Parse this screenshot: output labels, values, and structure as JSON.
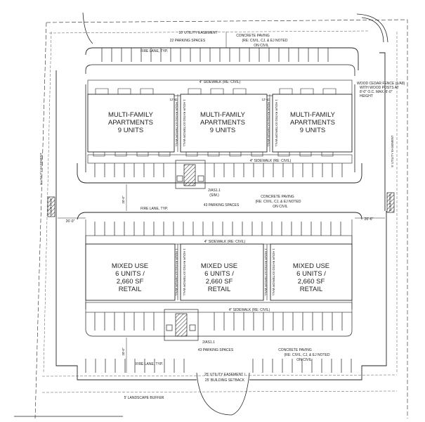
{
  "colors": {
    "line": "#222222",
    "light_line": "#777777",
    "paper": "#ffffff"
  },
  "labels": {
    "utility_easement_top": "10' UTILITY EASEMENT",
    "parking_top": "22 PARKING SPACES",
    "concrete_paving_1a": "CONCRETE PAVING",
    "concrete_paving_1b": "(RE: CIVIL, CJ, & EJ NOTED",
    "concrete_paving_1c": "ON CIVIL",
    "fire_lane_1": "FIRE LANE, TYP.",
    "sidewalk_1": "4\" SIDEWALK (RE: CIVIL)",
    "fence_1": "WOOD CEDAR FENCE (1/A8)",
    "fence_2": "WITH WOOD POSTS AT",
    "fence_3": "8'-0\" O.C. MAX. 6'-0\"",
    "fence_4": "HEIGHT",
    "building_top_1": "MULTI-FAMILY",
    "building_top_2": "APARTMENTS",
    "building_top_3": "9 UNITS",
    "rated_wall": "1 HOUR RATED EXTERIOR WALL",
    "sidewalk_2": "4\" SIDEWALK (RE: CIVIL)",
    "utility_easement_side": "5' UTILITY EASEMENT",
    "dumpster": "DUMPSTER",
    "detail_ref_1a": "2/AS1.1",
    "detail_ref_1b": "(SIM.)",
    "concrete_paving_2a": "CONCRETE PAVING",
    "concrete_paving_2b": "(RE: CIVIL, CJ, & EJ NOTED",
    "concrete_paving_2c": "ON CIVIL",
    "parking_middle": "43 PARKING SPACES",
    "fire_lane_2": "FIRE LANE, TYP.",
    "dim_26_left": "26'-0\"",
    "dim_26_right": "26'-6\"",
    "dim_20": "20'-0\"",
    "sidewalk_3": "4\" SIDEWALK (RE: CIVIL)",
    "building_bottom_1": "MIXED USE",
    "building_bottom_2": "6 UNITS /",
    "building_bottom_3": "2,660 SF",
    "building_bottom_4": "RETAIL",
    "sidewalk_4": "4\" SIDEWALK (RE: CIVIL)",
    "detail_ref_2": "2/AS1.1",
    "parking_bottom": "43 PARKING SPACES",
    "concrete_paving_3a": "CONCRETE PAVING",
    "concrete_paving_3b": "(RE: CIVIL, CJ, & EJ NOTED",
    "concrete_paving_3c": "ON CIVIL",
    "fire_lane_3": "FIRE LANE, TYP.",
    "utility_easement_bottom": "25' UTILITY EASEMENT /",
    "building_setback": "25' BUILDING SETBACK",
    "landscape_buffer": "5' LANDSCAPE BUFFER",
    "dim_small": "12'-6\""
  }
}
